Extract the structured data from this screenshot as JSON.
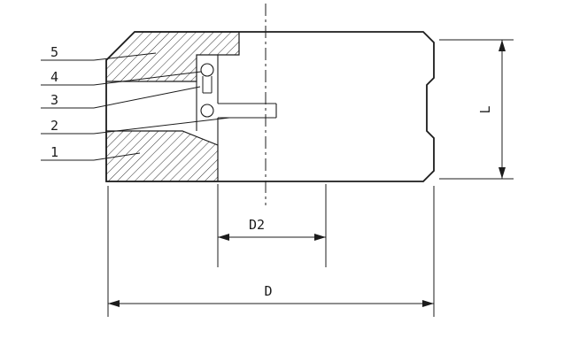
{
  "drawing": {
    "callouts": [
      "5",
      "4",
      "3",
      "2",
      "1"
    ],
    "dims": {
      "inner": "D2",
      "outer": "D",
      "width": "L"
    },
    "colors": {
      "line": "#1c1c1c",
      "bg": "#ffffff"
    }
  }
}
